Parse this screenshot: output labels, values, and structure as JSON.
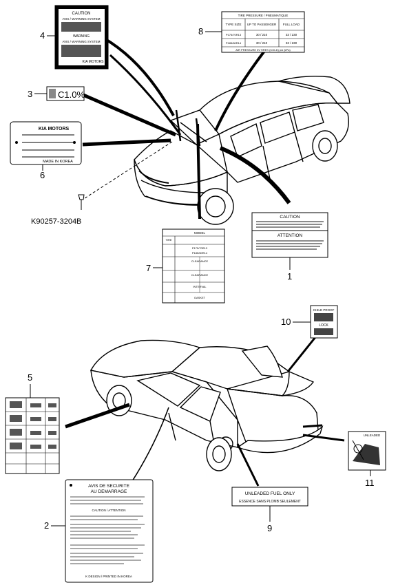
{
  "callouts": {
    "c1": "1",
    "c2": "2",
    "c3": "3",
    "c4": "4",
    "c5": "5",
    "c6": "6",
    "c7": "7",
    "c8": "8",
    "c9": "9",
    "c10": "10",
    "c11": "11"
  },
  "part_number": "K90257-3204B",
  "label4": {
    "top": "CAUTION",
    "line1": "AVIS / WARNING SYSTEM",
    "mid": "WARNING",
    "line2": "AVIS / WARNING SYSTEM",
    "brand": "KIA MOTORS"
  },
  "label3": {
    "text": "C1.0%"
  },
  "label6": {
    "brand": "KIA MOTORS",
    "footer": "MADE IN KOREA"
  },
  "label8": {
    "title": "TIRE PRESSURE / PNEUMATIQUE",
    "col1": "TYPE SIZE",
    "col2": "UP TO PASSENGER",
    "col3": "FULL LOAD",
    "r1": "P175/70R13",
    "r1a": "30 / 210",
    "r1b": "33 / 230",
    "r2": "P185/60R14",
    "r2a": "30 / 210",
    "r2b": "33 / 230",
    "footer": "AIR PRESSURE IN TIRES (COLD) psi (kPa)"
  },
  "label1": {
    "h1": "CAUTION",
    "h2": "ATTENTION"
  },
  "label7": {
    "head1": "MODEL",
    "head2": "TIRE",
    "r1a": "P175/70R13",
    "r1b": "P185/60R14",
    "r2": "CLEARANCE",
    "r3": "CLEARANCE",
    "r4": "INTERVAL",
    "r5": "GASKET"
  },
  "label10": {
    "top": "CHILD PROOF",
    "mid": "LOCK"
  },
  "label11": {
    "top": "UNLEADED"
  },
  "label9": {
    "line1": "UNLEADED FUEL ONLY",
    "line2": "ESSENCE SANS PLOMB SEULEMENT"
  },
  "label2": {
    "title1": "AVIS DE SECURITE",
    "title2": "AU DEMARRAGE",
    "sub": "CAUTION / ATTENTION",
    "footer": "K DESIGN / PRINTED IN KOREA"
  },
  "colors": {
    "ink": "#000000",
    "paper": "#ffffff",
    "leader": "#000000"
  }
}
